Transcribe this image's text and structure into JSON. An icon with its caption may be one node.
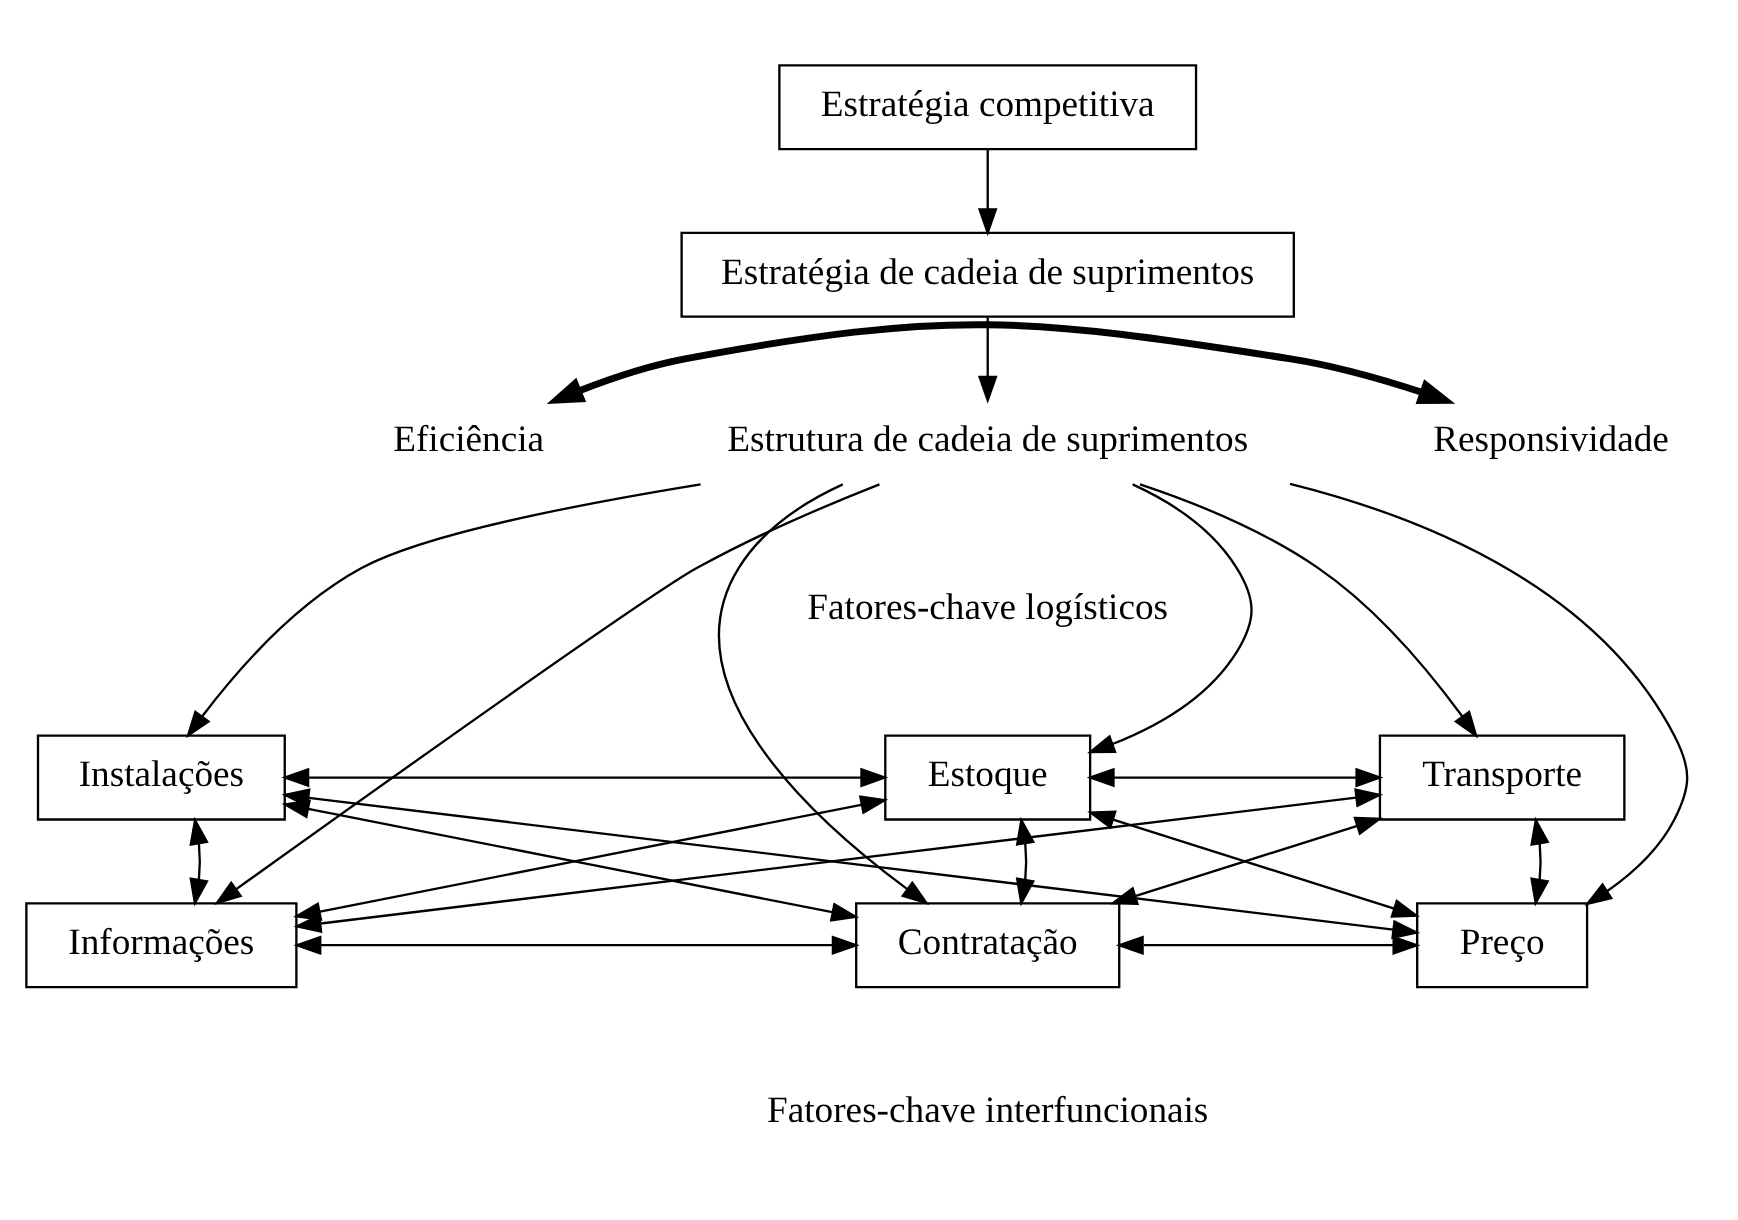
{
  "diagram": {
    "nodes": [
      {
        "text": [
          "Estratégia competitiva"
        ]
      },
      {
        "text": [
          "Estratégia de cadeia de suprimentos"
        ]
      },
      {
        "text": [
          "Eficiência"
        ]
      },
      {
        "text": [
          "Estrutura de cadeia de suprimentos"
        ]
      },
      {
        "text": [
          "Responsividade"
        ]
      },
      {
        "text": [
          "Instalações"
        ]
      },
      {
        "text": [
          "Estoque"
        ]
      },
      {
        "text": [
          "Transporte"
        ]
      },
      {
        "text": [
          "Informações"
        ]
      },
      {
        "text": [
          "Contratação"
        ]
      },
      {
        "text": [
          "Preço"
        ]
      }
    ],
    "edges": [
      {
        "from": 0,
        "to": 1,
        "arrow": "to"
      },
      {
        "from": 1,
        "to": 3,
        "arrow": "to"
      },
      {
        "from": 2,
        "to": 4,
        "arrow": "both",
        "style": "thick"
      },
      {
        "from": 3,
        "to": 5,
        "arrow": "to"
      },
      {
        "from": 3,
        "to": 8,
        "arrow": "to"
      },
      {
        "from": 3,
        "to": 6,
        "arrow": "to"
      },
      {
        "from": 3,
        "to": 9,
        "arrow": "to"
      },
      {
        "from": 3,
        "to": 10,
        "arrow": "to"
      },
      {
        "from": 3,
        "to": 7,
        "arrow": "to"
      },
      {
        "from": 5,
        "to": 6,
        "arrow": "both"
      },
      {
        "from": 6,
        "to": 7,
        "arrow": "both"
      },
      {
        "from": 5,
        "to": 8,
        "arrow": "both"
      },
      {
        "from": 6,
        "to": 9,
        "arrow": "both"
      },
      {
        "from": 7,
        "to": 10,
        "arrow": "both"
      },
      {
        "from": 8,
        "to": 9,
        "arrow": "both"
      },
      {
        "from": 9,
        "to": 10,
        "arrow": "both"
      },
      {
        "from": 5,
        "to": 9,
        "arrow": "both"
      },
      {
        "from": 5,
        "to": 10,
        "arrow": "both"
      },
      {
        "from": 8,
        "to": 6,
        "arrow": "both"
      },
      {
        "from": 8,
        "to": 7,
        "arrow": "both"
      },
      {
        "from": 6,
        "to": 10,
        "arrow": "both"
      },
      {
        "from": 9,
        "to": 7,
        "arrow": "both"
      }
    ],
    "labels": [
      "Fatores-chave logísticos",
      "Fatores-chave interfuncionais"
    ]
  }
}
